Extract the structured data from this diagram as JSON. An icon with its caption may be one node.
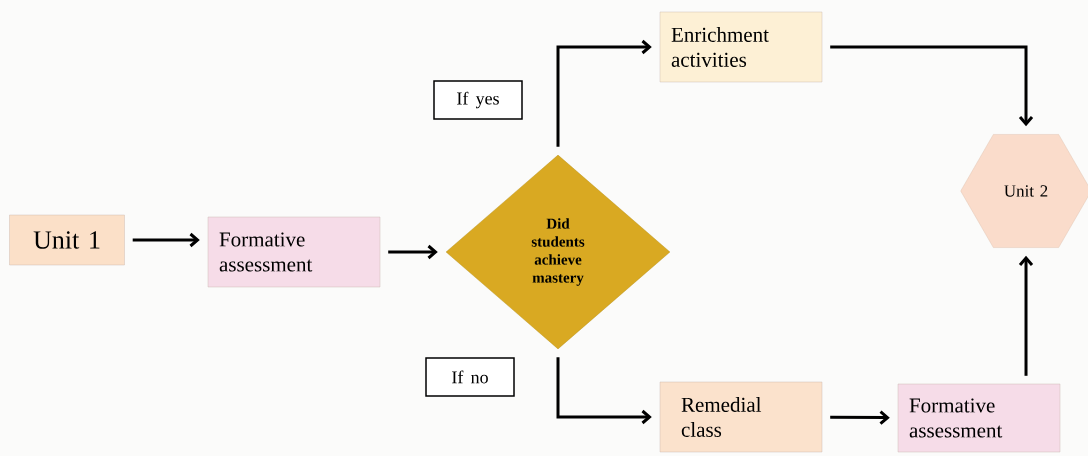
{
  "diagram": {
    "nodes": [
      {
        "text": [
          "Unit 1"
        ]
      },
      {
        "text": [
          "Formative assessment"
        ]
      },
      {
        "text": [
          "Did students achieve mastery"
        ]
      },
      {
        "text": [
          "Enrichment activities"
        ]
      },
      {
        "text": [
          "Unit 2"
        ]
      },
      {
        "text": [
          "Remedial class"
        ]
      },
      {
        "text": [
          "Formative assessment"
        ]
      }
    ],
    "edges": [
      {
        "from": 0,
        "to": 1,
        "arrow": "to"
      },
      {
        "from": 1,
        "to": 2,
        "arrow": "to"
      },
      {
        "from": 2,
        "to": 3,
        "arrow": "to",
        "label": "If yes"
      },
      {
        "from": 3,
        "to": 4,
        "arrow": "to"
      },
      {
        "from": 2,
        "to": 5,
        "arrow": "to",
        "label": "If no"
      },
      {
        "from": 5,
        "to": 6,
        "arrow": "to"
      },
      {
        "from": 6,
        "to": 4,
        "arrow": "to"
      }
    ]
  }
}
